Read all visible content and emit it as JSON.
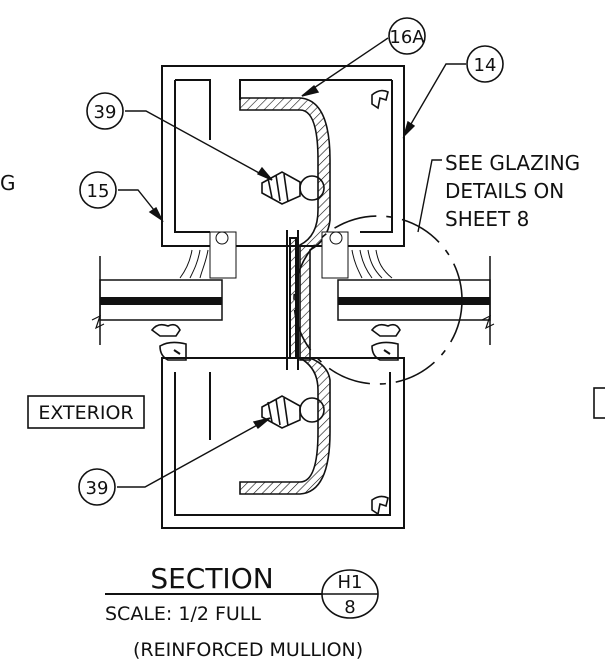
{
  "callouts": {
    "c16a": "16A",
    "c14": "14",
    "c39_top": "39",
    "c15": "15",
    "c39_bottom": "39"
  },
  "notes": {
    "glazing_line1": "SEE GLAZING",
    "glazing_line2": "DETAILS ON",
    "glazing_line3": "SHEET 8",
    "left_fragment": "G",
    "exterior": "EXTERIOR"
  },
  "title_block": {
    "title": "SECTION",
    "scale": "SCALE: 1/2 FULL",
    "subtitle": "(REINFORCED MULLION)",
    "ref_top": "H1",
    "ref_bottom": "8"
  }
}
